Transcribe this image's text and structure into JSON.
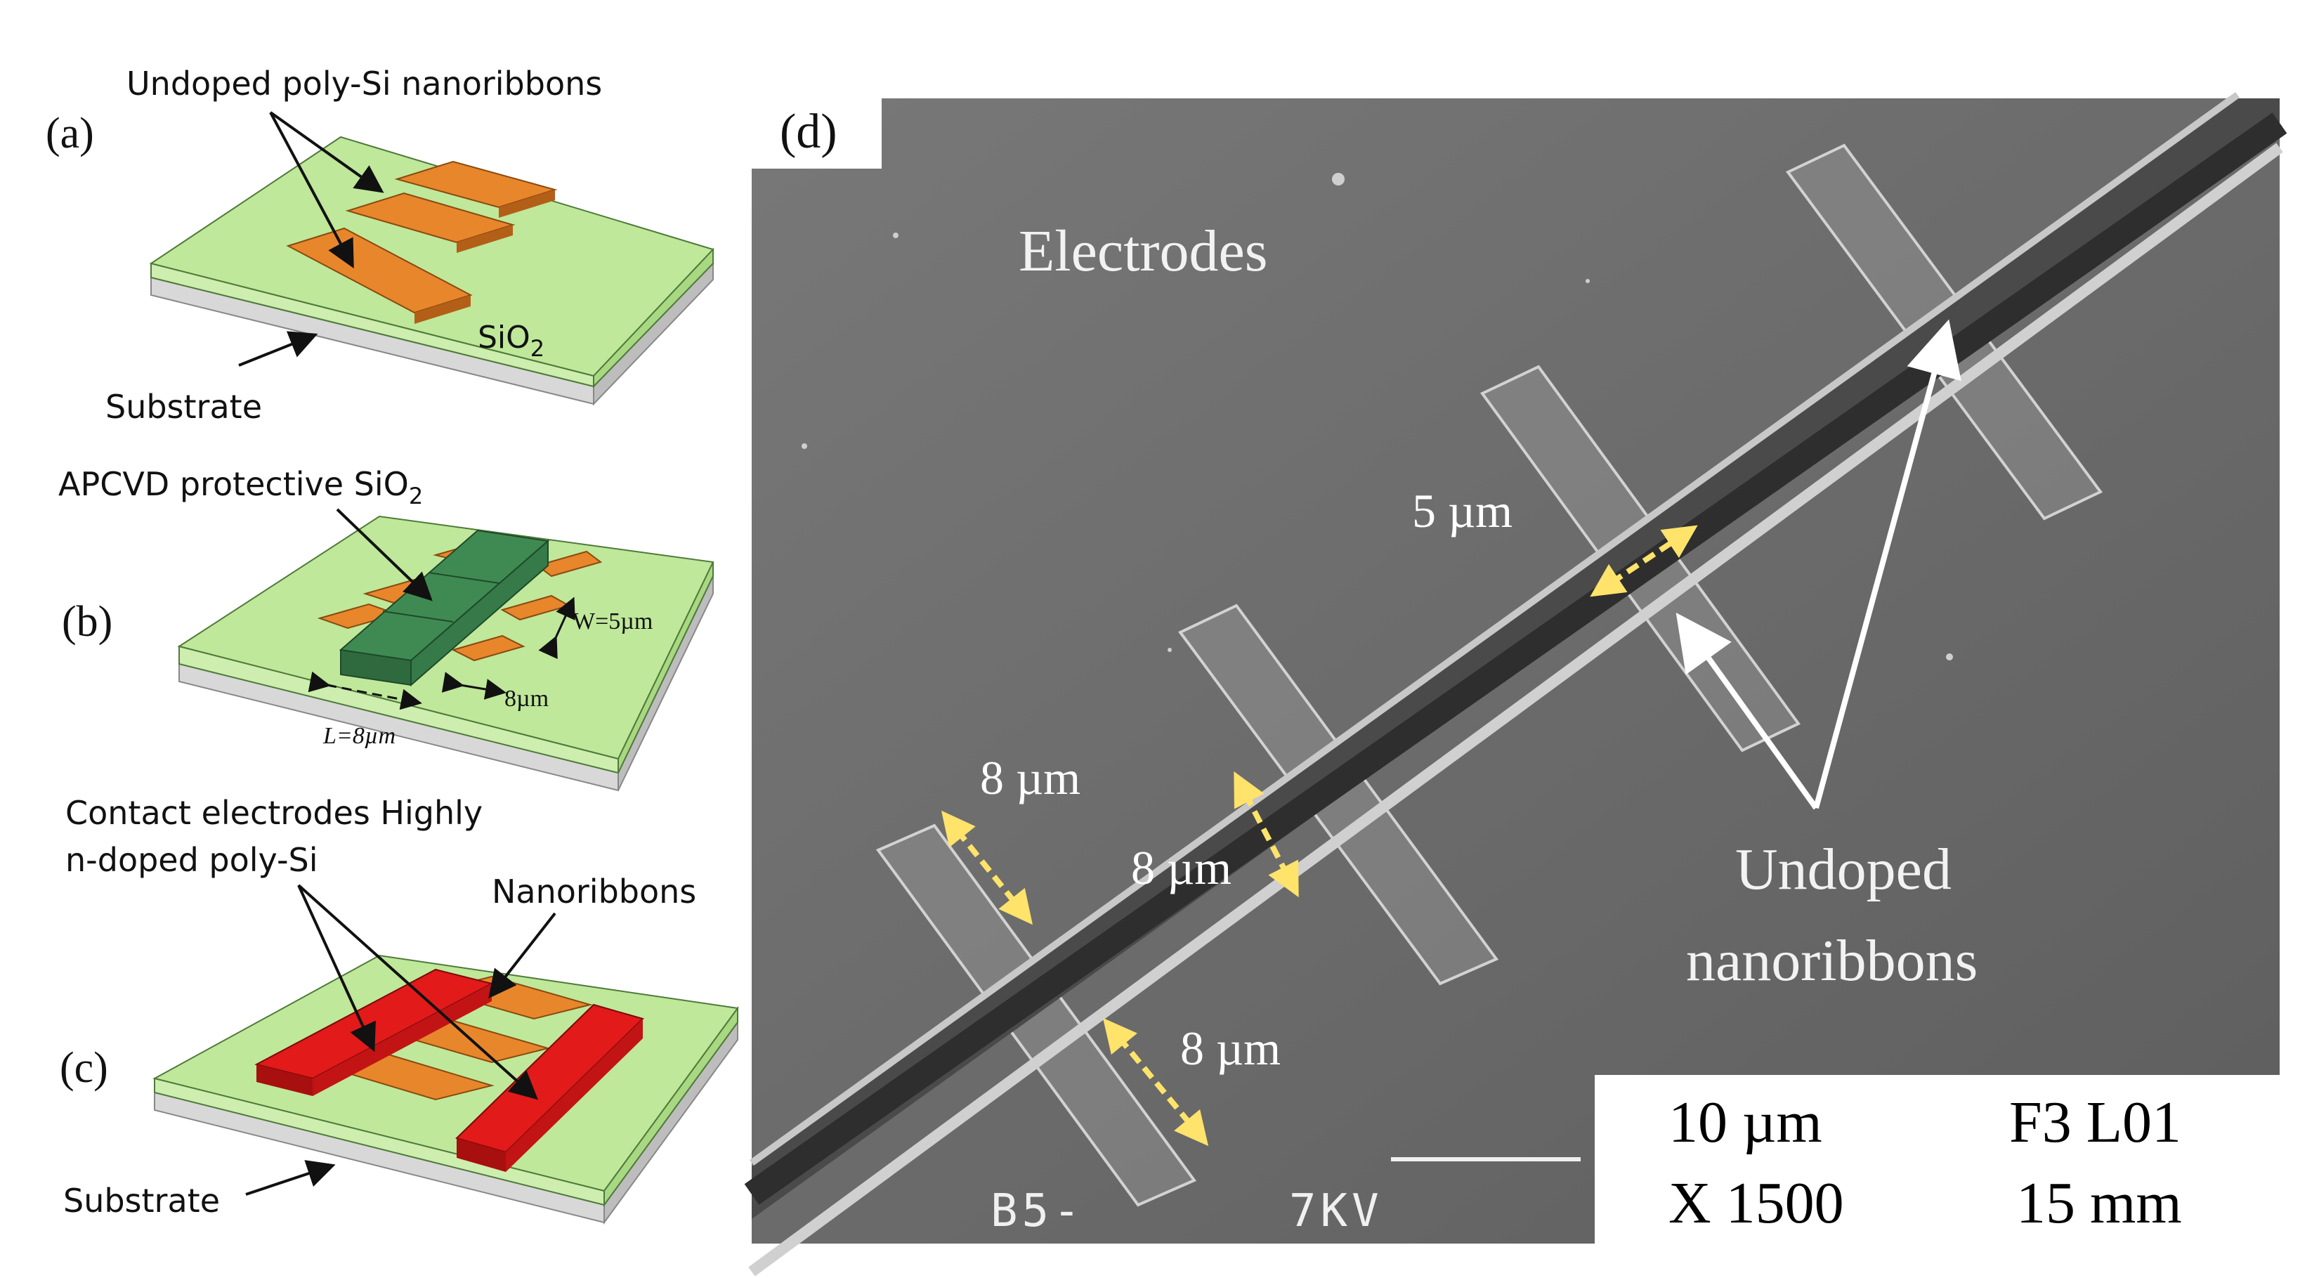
{
  "panel_a": {
    "tag": "(a)",
    "nanoribbons_label": "Undoped poly-Si nanoribbons",
    "oxide_label": "SiO",
    "oxide_sub": "2",
    "substrate_label": "Substrate"
  },
  "panel_b": {
    "tag": "(b)",
    "protective_label": "APCVD protective SiO",
    "protective_sub": "2",
    "width_label": "W=5µm",
    "gap_label": "8µm",
    "length_label": "L=8µm"
  },
  "panel_c": {
    "tag": "(c)",
    "electrodes_label_line1": "Contact electrodes Highly",
    "electrodes_label_line2": "n-doped poly-Si",
    "nanoribbons_label": "Nanoribbons",
    "substrate_label": "Substrate"
  },
  "panel_d": {
    "tag": "(d)",
    "electrodes_label": "Electrodes",
    "dim_top": "5 µm",
    "dim_left": "8 µm",
    "dim_middle": "8 µm",
    "dim_bottom": "8 µm",
    "undoped_line1": "Undoped",
    "undoped_line2": "nanoribbons",
    "hud_left": "B5-",
    "hud_right": "7KV",
    "scale_value": "10 µm",
    "scale_code": "F3 L01",
    "magnification": "X 1500",
    "working_distance": "15 mm"
  },
  "colors": {
    "oxide_green": "#bfe89a",
    "ribbon_orange": "#e8862c",
    "protective_green": "#3f8a52",
    "electrode_red": "#e21a1a",
    "sem_gray": "#6b6b6b",
    "arrow_yellow": "#ffe36b"
  }
}
